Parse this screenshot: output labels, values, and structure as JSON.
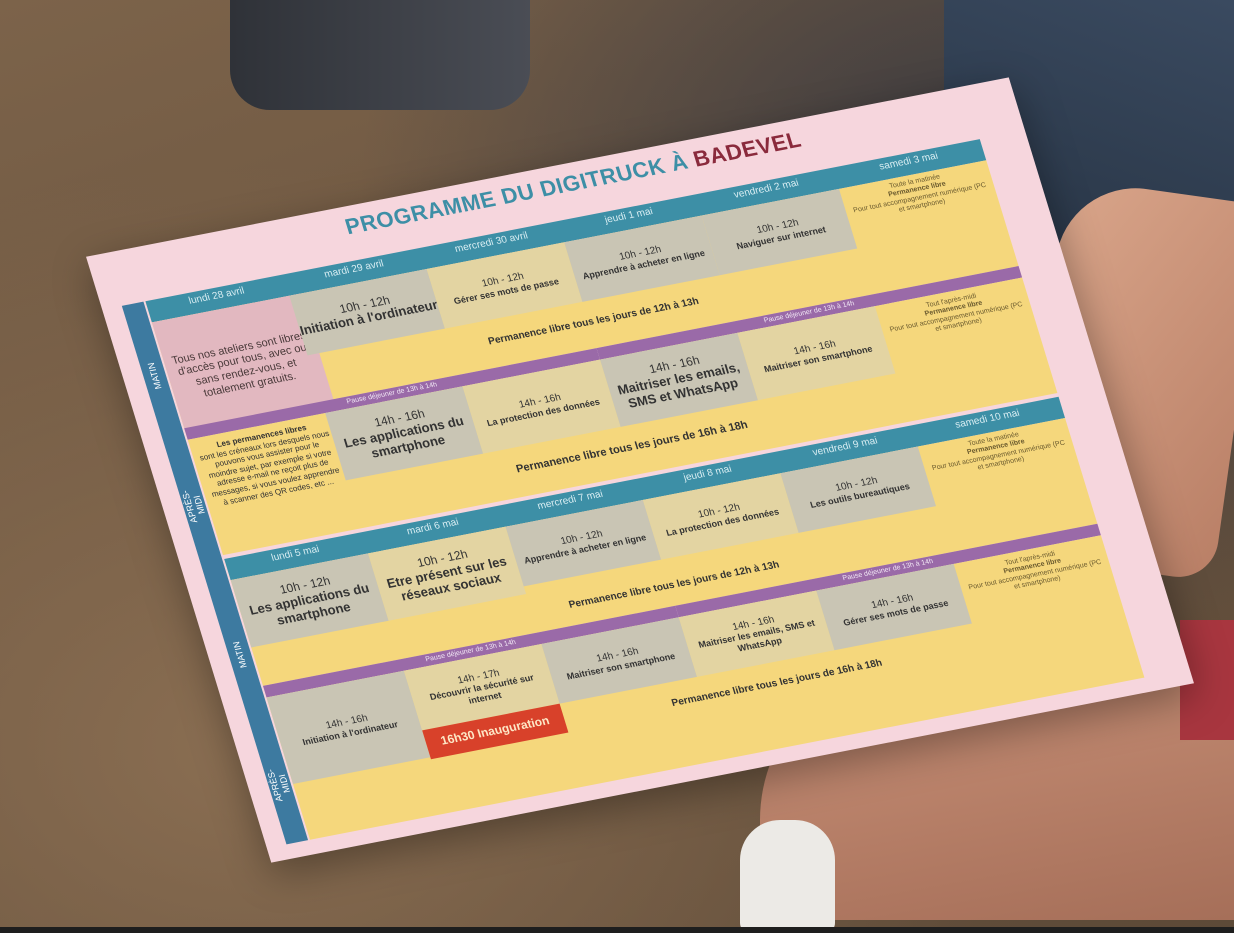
{
  "title": {
    "main": "PROGRAMME DU DIGITRUCK À",
    "accent": "BADEVEL"
  },
  "sidebar": {
    "matin": "MATIN",
    "apres_midi": "APRÈS-MIDI"
  },
  "week1": {
    "days": [
      "lundi 28 avril",
      "mardi 29 avril",
      "mercredi 30 avril",
      "jeudi 1 mai",
      "vendredi 2 mai",
      "samedi 3 mai"
    ],
    "intro": "Tous nos ateliers sont libres d'accès pour tous, avec ou sans rendez-vous, et totalement gratuits.",
    "morning": [
      {
        "time": "10h - 12h",
        "label": "Initiation à l'ordinateur"
      },
      {
        "time": "10h - 12h",
        "label": "Gérer ses mots de passe"
      },
      {
        "time": "10h - 12h",
        "label": "Apprendre à acheter en ligne"
      },
      {
        "time": "10h - 12h",
        "label": "Naviguer sur internet"
      }
    ],
    "saturday_morning": {
      "lead": "Toute la matinée",
      "title": "Permanence libre",
      "detail": "Pour tout accompagnement numérique (PC et smartphone)"
    },
    "morning_perm": "Permanence libre tous les jours de 12h à 13h",
    "lunch_left": "Pause déjeuner de 13h à 14h",
    "lunch_right": "Pause déjeuner de 13h à 14h",
    "perm_info": {
      "title": "Les permanences libres",
      "text": "sont les créneaux lors desquels nous pouvons vous assister pour le moindre sujet, par exemple si votre adresse e-mail ne reçoit plus de messages, si vous voulez apprendre à scanner des QR codes, etc ..."
    },
    "afternoon": [
      {
        "time": "14h - 16h",
        "label": "Les applications du smartphone"
      },
      {
        "time": "14h - 16h",
        "label": "La protection des données"
      },
      {
        "time": "14h - 16h",
        "label": "Maitriser les emails, SMS et WhatsApp"
      },
      {
        "time": "14h - 16h",
        "label": "Maitriser son smartphone"
      }
    ],
    "saturday_afternoon": {
      "lead": "Tout l'après-midi",
      "title": "Permanence libre",
      "detail": "Pour tout accompagnement numérique (PC et smartphone)"
    },
    "afternoon_perm": "Permanence libre tous les jours de 16h à 18h"
  },
  "week2": {
    "days": [
      "lundi 5 mai",
      "mardi 6 mai",
      "mercredi 7 mai",
      "jeudi 8 mai",
      "vendredi 9 mai",
      "samedi 10 mai"
    ],
    "morning": [
      {
        "time": "10h - 12h",
        "label": "Les applications du smartphone"
      },
      {
        "time": "10h - 12h",
        "label": "Etre présent sur les réseaux sociaux"
      },
      {
        "time": "10h - 12h",
        "label": "Apprendre à acheter en ligne"
      },
      {
        "time": "10h - 12h",
        "label": "La protection des données"
      },
      {
        "time": "10h - 12h",
        "label": "Les outils bureautiques"
      }
    ],
    "saturday_morning": {
      "lead": "Toute la matinée",
      "title": "Permanence libre",
      "detail": "Pour tout accompagnement numérique (PC et smartphone)"
    },
    "morning_perm": "Permanence libre tous les jours de 12h à 13h",
    "lunch_left": "Pause déjeuner de 13h à 14h",
    "lunch_right": "Pause déjeuner de 13h à 14h",
    "afternoon": [
      {
        "time": "14h - 16h",
        "label": "Initiation à l'ordinateur"
      },
      {
        "time": "14h - 17h",
        "label": "Découvrir la sécurité sur internet"
      },
      {
        "time": "14h - 16h",
        "label": "Maitriser son smartphone"
      },
      {
        "time": "14h - 16h",
        "label": "Maitriser les emails, SMS et WhatsApp"
      },
      {
        "time": "14h - 16h",
        "label": "Gérer ses mots de passe"
      }
    ],
    "inauguration": "16h30 Inauguration",
    "saturday_afternoon": {
      "lead": "Tout l'après-midi",
      "title": "Permanence libre",
      "detail": "Pour tout accompagnement numérique (PC et smartphone)"
    },
    "afternoon_perm": "Permanence libre tous les jours de 16h à 18h"
  },
  "colors": {
    "header": "#3d8fa6",
    "band": "#f5d77c",
    "lunch": "#9a6aa8",
    "cell": "#c9c5b4",
    "accent_title": "#8a2a3c",
    "inauguration": "#d8412a",
    "sidebar": "#3d7aa0"
  }
}
